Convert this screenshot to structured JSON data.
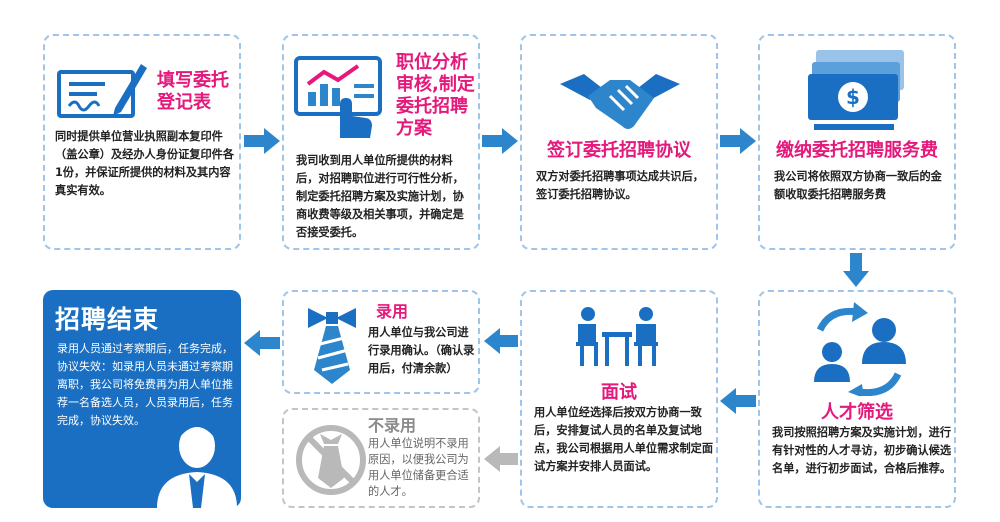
{
  "steps": {
    "s1": {
      "title": "填写委托\n登记表",
      "desc": "同时提供单位营业执照副本复印件（盖公章）及经办人身份证复印件各1份，并保证所提供的材料及其内容真实有效。"
    },
    "s2": {
      "title": "职位分析\n审核,制定\n委托招聘\n方案",
      "desc": "我司收到用人单位所提供的材料后，对招聘职位进行可行性分析，制定委托招聘方案及实施计划，协商收费等级及相关事项，并确定是否接受委托。"
    },
    "s3": {
      "title": "签订委托招聘协议",
      "desc": "双方对委托招聘事项达成共识后，签订委托招聘协议。"
    },
    "s4": {
      "title": "缴纳委托招聘服务费",
      "desc": "我公司将依照双方协商一致后的金额收取委托招聘服务费"
    },
    "s5": {
      "title": "人才筛选",
      "desc": "我司按照招聘方案及实施计划，进行有针对性的人才寻访，初步确认候选名单，进行初步面试，合格后推荐。"
    },
    "s6": {
      "title": "面试",
      "desc": "用人单位经选择后按双方协商一致后，安排复试人员的名单及复试地点，我公司根据用人单位需求制定面试方案并安排人员面试。"
    },
    "s7": {
      "title": "录用",
      "desc": "用人单位与我公司进行录用确认。（确认录用后，付清余款）"
    },
    "s8": {
      "title": "不录用",
      "desc": "用人单位说明不录用原因，以便我公司为用人单位储备更合适的人才。"
    },
    "s9": {
      "title": "招聘结束",
      "desc": "录用人员通过考察期后，任务完成，协议失效：如录用人员未通过考察期离职，我公司将免费再为用人单位推荐一名备选人员，人员录用后，任务完成，协议失效。"
    }
  },
  "colors": {
    "accent": "#e5197c",
    "blue": "#1a6fc2",
    "arrow": "#2d86cc",
    "border": "#9fc5e8",
    "grey": "#b9b9b9"
  },
  "icons": [
    "form-pen-icon",
    "chart-touch-icon",
    "handshake-icon",
    "money-icon",
    "exchange-people-icon",
    "interview-icon",
    "tie-icon",
    "no-tie-icon",
    "person-icon"
  ]
}
